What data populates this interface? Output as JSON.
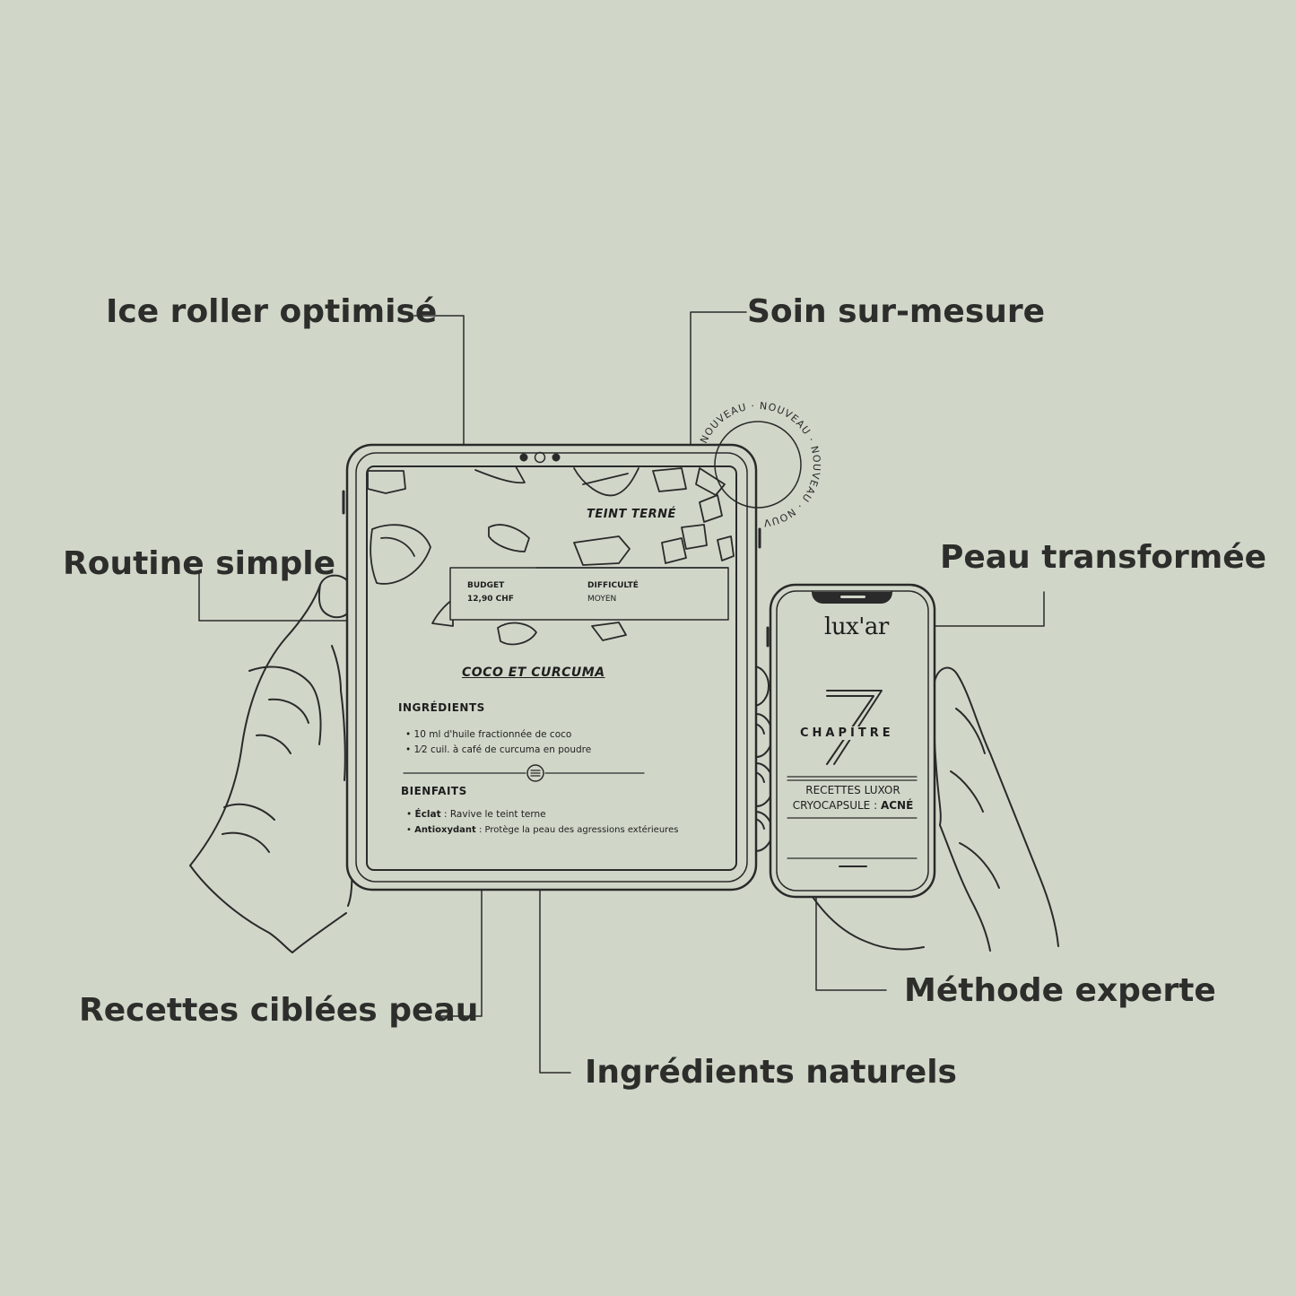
{
  "callouts": {
    "ice_roller": "Ice roller optimisé",
    "soin": "Soin sur-mesure",
    "routine": "Routine simple",
    "peau": "Peau transformée",
    "recettes": "Recettes ciblées peau",
    "ingredients": "Ingrédients naturels",
    "methode": "Méthode experte"
  },
  "badge": {
    "text": "NOUVEAU · NOUVEAU · NOUVEAU · NOUV"
  },
  "tablet": {
    "section_title": "TEINT TERNÉ",
    "budget_label": "BUDGET",
    "budget_value": "12,90 CHF",
    "difficulty_label": "DIFFICULTÉ",
    "difficulty_value": "MOYEN",
    "recipe_title": "COCO ET CURCUMA",
    "ingredients_heading": "INGRÉDIENTS",
    "ingredients": [
      "• 10 ml d'huile fractionnée de coco",
      "• 1⁄2 cuil. à café de curcuma en poudre"
    ],
    "benefits_heading": "BIENFAITS",
    "benefits": [
      {
        "label": "Éclat",
        "sep": " :  ",
        "text": "Ravive le teint terne"
      },
      {
        "label": "Antioxydant",
        "sep": " : ",
        "text": "Protège la peau des agressions extérieures"
      }
    ]
  },
  "phone": {
    "logo": "lux'ar",
    "chapter_number": "7",
    "chapter_label": "CHAPITRE",
    "line1": "RECETTES LUXOR",
    "line2_prefix": "CRYOCAPSULE : ",
    "line2_bold": "ACNÉ"
  }
}
